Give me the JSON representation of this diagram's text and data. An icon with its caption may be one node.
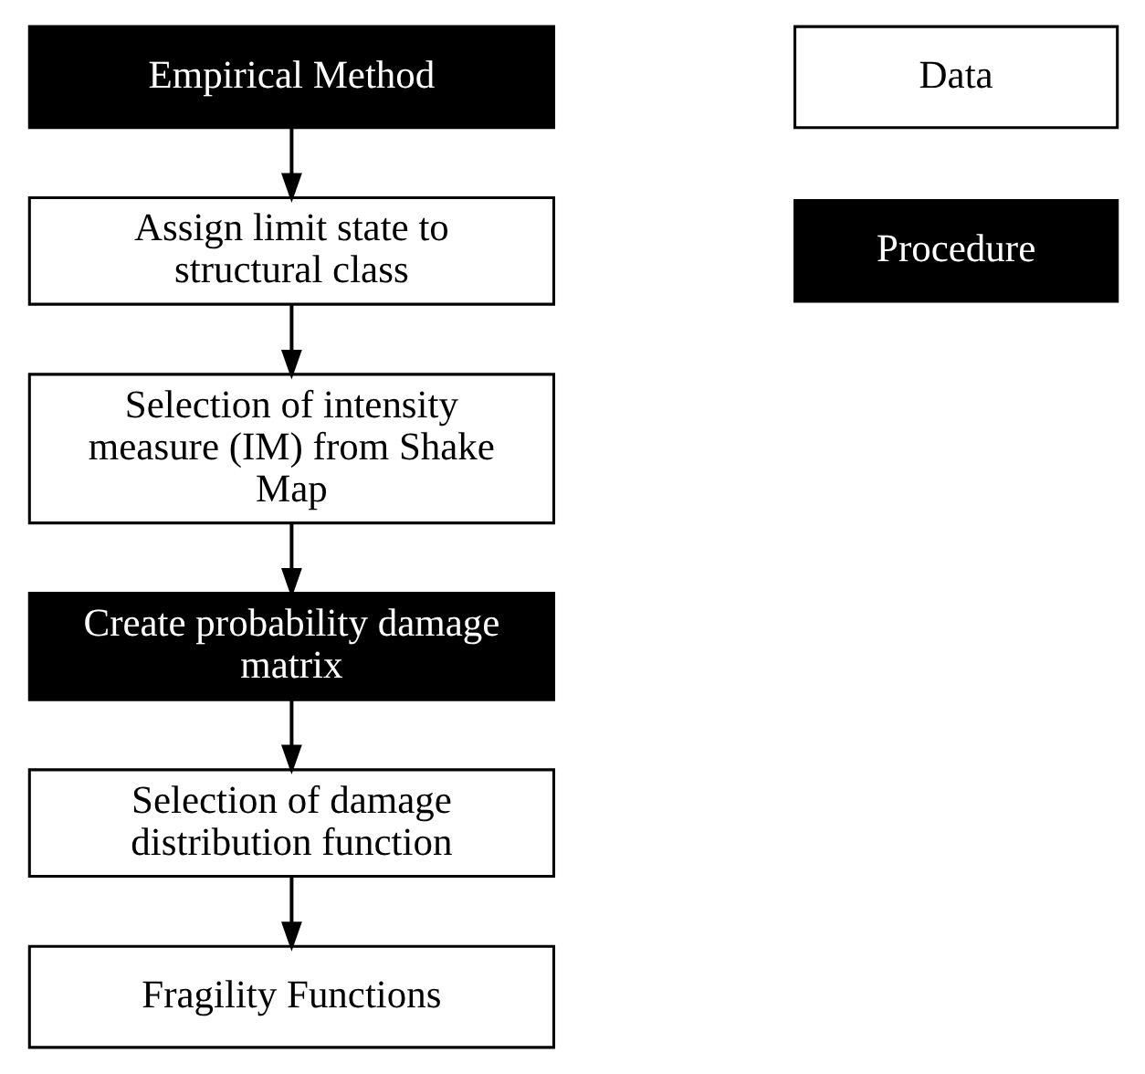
{
  "diagram": {
    "nodes": [
      {
        "text": [
          "Empirical Method"
        ]
      },
      {
        "text": [
          "Assign limit state to structural class"
        ]
      },
      {
        "text": [
          "Selection of intensity measure (IM) from Shake Map"
        ]
      },
      {
        "text": [
          "Create probability damage matrix"
        ]
      },
      {
        "text": [
          "Selection of damage distribution function"
        ]
      },
      {
        "text": [
          "Fragility Functions"
        ]
      }
    ],
    "edges": [
      {
        "from": 0,
        "to": 1,
        "arrow": "to"
      },
      {
        "from": 1,
        "to": 2,
        "arrow": "to"
      },
      {
        "from": 2,
        "to": 3,
        "arrow": "to"
      },
      {
        "from": 3,
        "to": 4,
        "arrow": "to"
      },
      {
        "from": 4,
        "to": 5,
        "arrow": "to"
      }
    ],
    "legend": [
      {
        "text": "Data",
        "color": "#ffffff"
      },
      {
        "text": "Procedure",
        "color": "#000000"
      }
    ]
  }
}
